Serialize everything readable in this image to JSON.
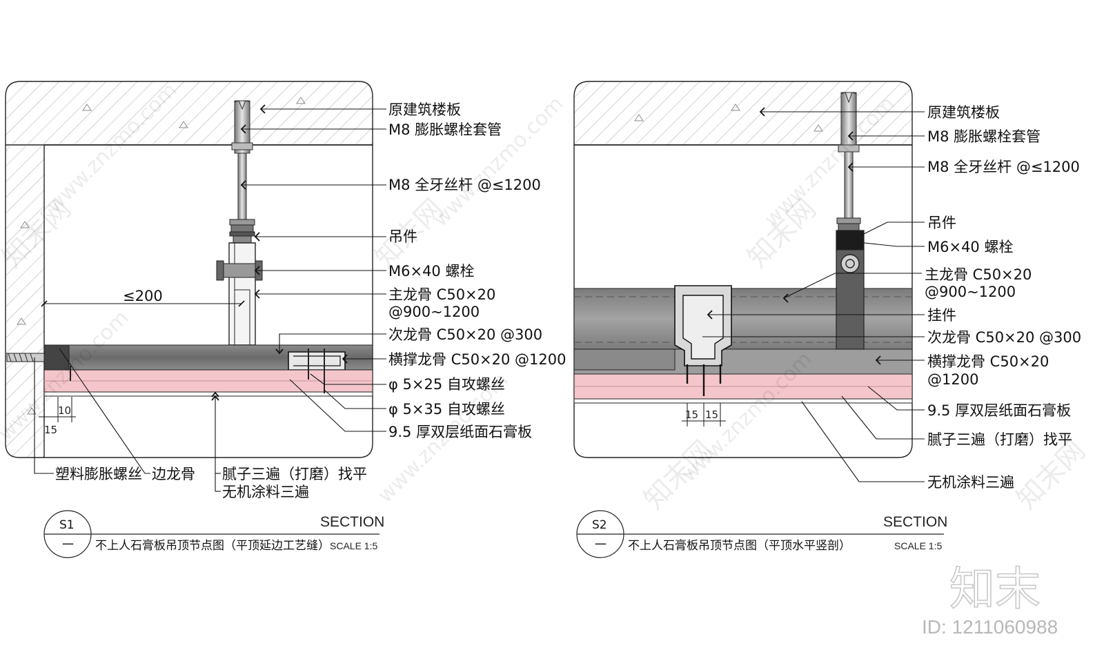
{
  "s1": {
    "labels": {
      "slab": "原建筑楼板",
      "anchor": "M8 膨胀螺栓套管",
      "rod": "M8 全牙丝杆 @≤1200",
      "hanger": "吊件",
      "bolt": "M6×40 螺栓",
      "main_keel_1": "主龙骨 C50×20",
      "main_keel_2": "@900~1200",
      "sub_keel": "次龙骨 C50×20 @300",
      "cross_keel": "横撑龙骨 C50×20 @1200",
      "screw25": "φ 5×25 自攻螺丝",
      "screw35": "φ 5×35 自攻螺丝",
      "gypsum": "9.5 厚双层纸面石膏板",
      "plastic_anchor": "塑料膨胀螺丝",
      "edge_keel": "边龙骨",
      "putty": "腻子三遍（打磨）找平",
      "paint": "无机涂料三遍"
    },
    "dims": {
      "max_200": "≤200",
      "d10": "10",
      "d15": "15"
    },
    "title_block": {
      "code": "S1",
      "sub": "一",
      "section": "SECTION",
      "title": "不上人石膏板吊顶节点图（平顶延边工艺缝）",
      "scale": "SCALE 1:5"
    }
  },
  "s2": {
    "labels": {
      "slab": "原建筑楼板",
      "anchor": "M8 膨胀螺栓套管",
      "rod": "M8 全牙丝杆 @≤1200",
      "hanger": "吊件",
      "bolt": "M6×40 螺栓",
      "main_keel_1": "主龙骨 C50×20",
      "main_keel_2": "@900~1200",
      "clip": "挂件",
      "sub_keel": "次龙骨 C50×20 @300",
      "cross_keel_1": "横撑龙骨 C50×20",
      "cross_keel_2": "@1200",
      "gypsum": "9.5 厚双层纸面石膏板",
      "putty": "腻子三遍（打磨）找平",
      "paint": "无机涂料三遍"
    },
    "dims": {
      "d15a": "15",
      "d15b": "15"
    },
    "title_block": {
      "code": "S2",
      "sub": "一",
      "section": "SECTION",
      "title": "不上人石膏板吊顶节点图（平顶水平竖剖）",
      "scale": "SCALE 1:5"
    }
  },
  "watermark": {
    "url": "www.znzmo.com",
    "brand_cn": "知末网",
    "logo": "知末",
    "id": "ID: 1211060988"
  },
  "colors": {
    "gypsum": "#f4c6cc",
    "keel_dark": "#6e6e6e",
    "keel_mid": "#9a9a9a",
    "line": "#111111",
    "hatch": "#9a9a9a"
  }
}
